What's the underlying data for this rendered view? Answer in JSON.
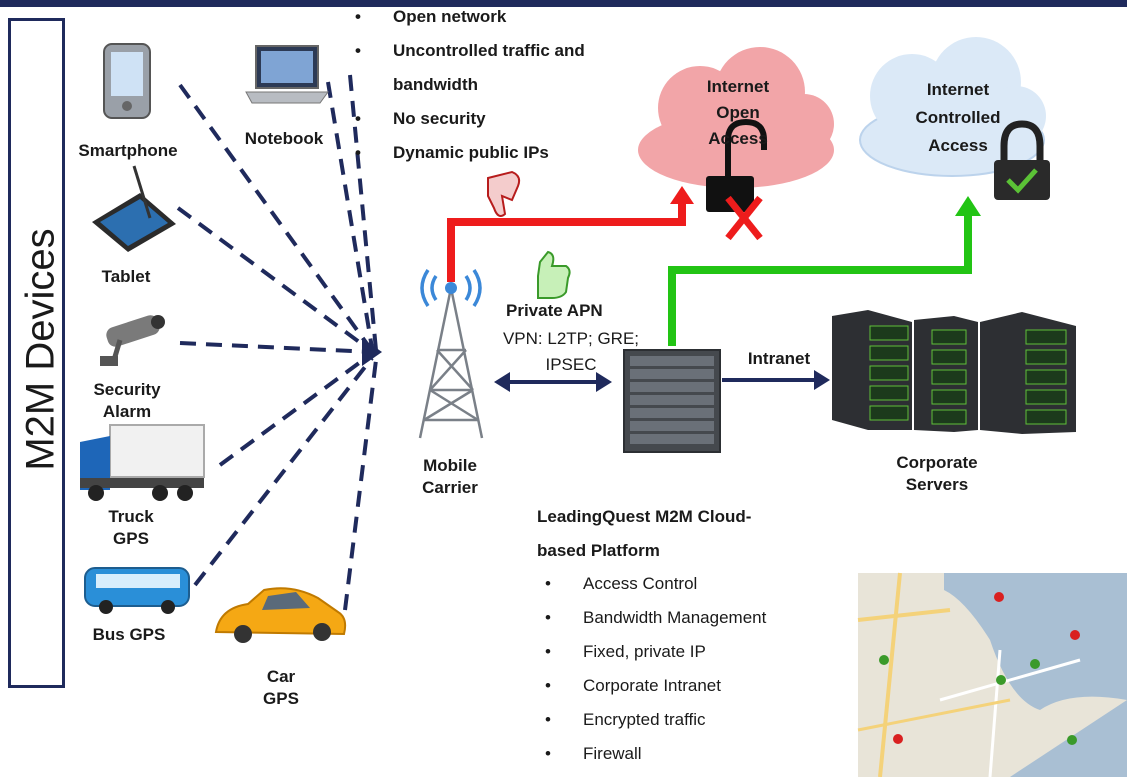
{
  "sidebar_title": "M2M Devices",
  "devices": {
    "smartphone": "Smartphone",
    "notebook": "Notebook",
    "tablet": "Tablet",
    "security_1": "Security",
    "security_2": "Alarm",
    "truck_1": "Truck",
    "truck_2": "GPS",
    "bus": "Bus GPS",
    "car_1": "Car",
    "car_2": "GPS"
  },
  "open_network_bullets": [
    "Open network",
    "Uncontrolled traffic and",
    "bandwidth",
    "No security",
    "Dynamic public IPs"
  ],
  "open_access_cloud": [
    "Internet",
    "Open",
    "Access"
  ],
  "controlled_cloud": [
    "Internet",
    "Controlled",
    "Access"
  ],
  "private_apn": {
    "title": "Private APN",
    "line1": "VPN: L2TP; GRE;",
    "line2": "IPSEC"
  },
  "intranet": "Intranet",
  "mobile_carrier": [
    "Mobile",
    "Carrier"
  ],
  "corporate_servers": [
    "Corporate",
    "Servers"
  ],
  "platform": {
    "title_1": "LeadingQuest M2M Cloud-",
    "title_2": "based Platform",
    "features": [
      "Access Control",
      "Bandwidth Management",
      "Fixed, private IP",
      "Corporate Intranet",
      "Encrypted traffic",
      "Firewall"
    ]
  },
  "colors": {
    "navy": "#1f2a5c",
    "red_path": "#ee1c1c",
    "green_path": "#22c414",
    "open_cloud": "#f2a5a8",
    "controlled_cloud": "#dbe9f7"
  }
}
